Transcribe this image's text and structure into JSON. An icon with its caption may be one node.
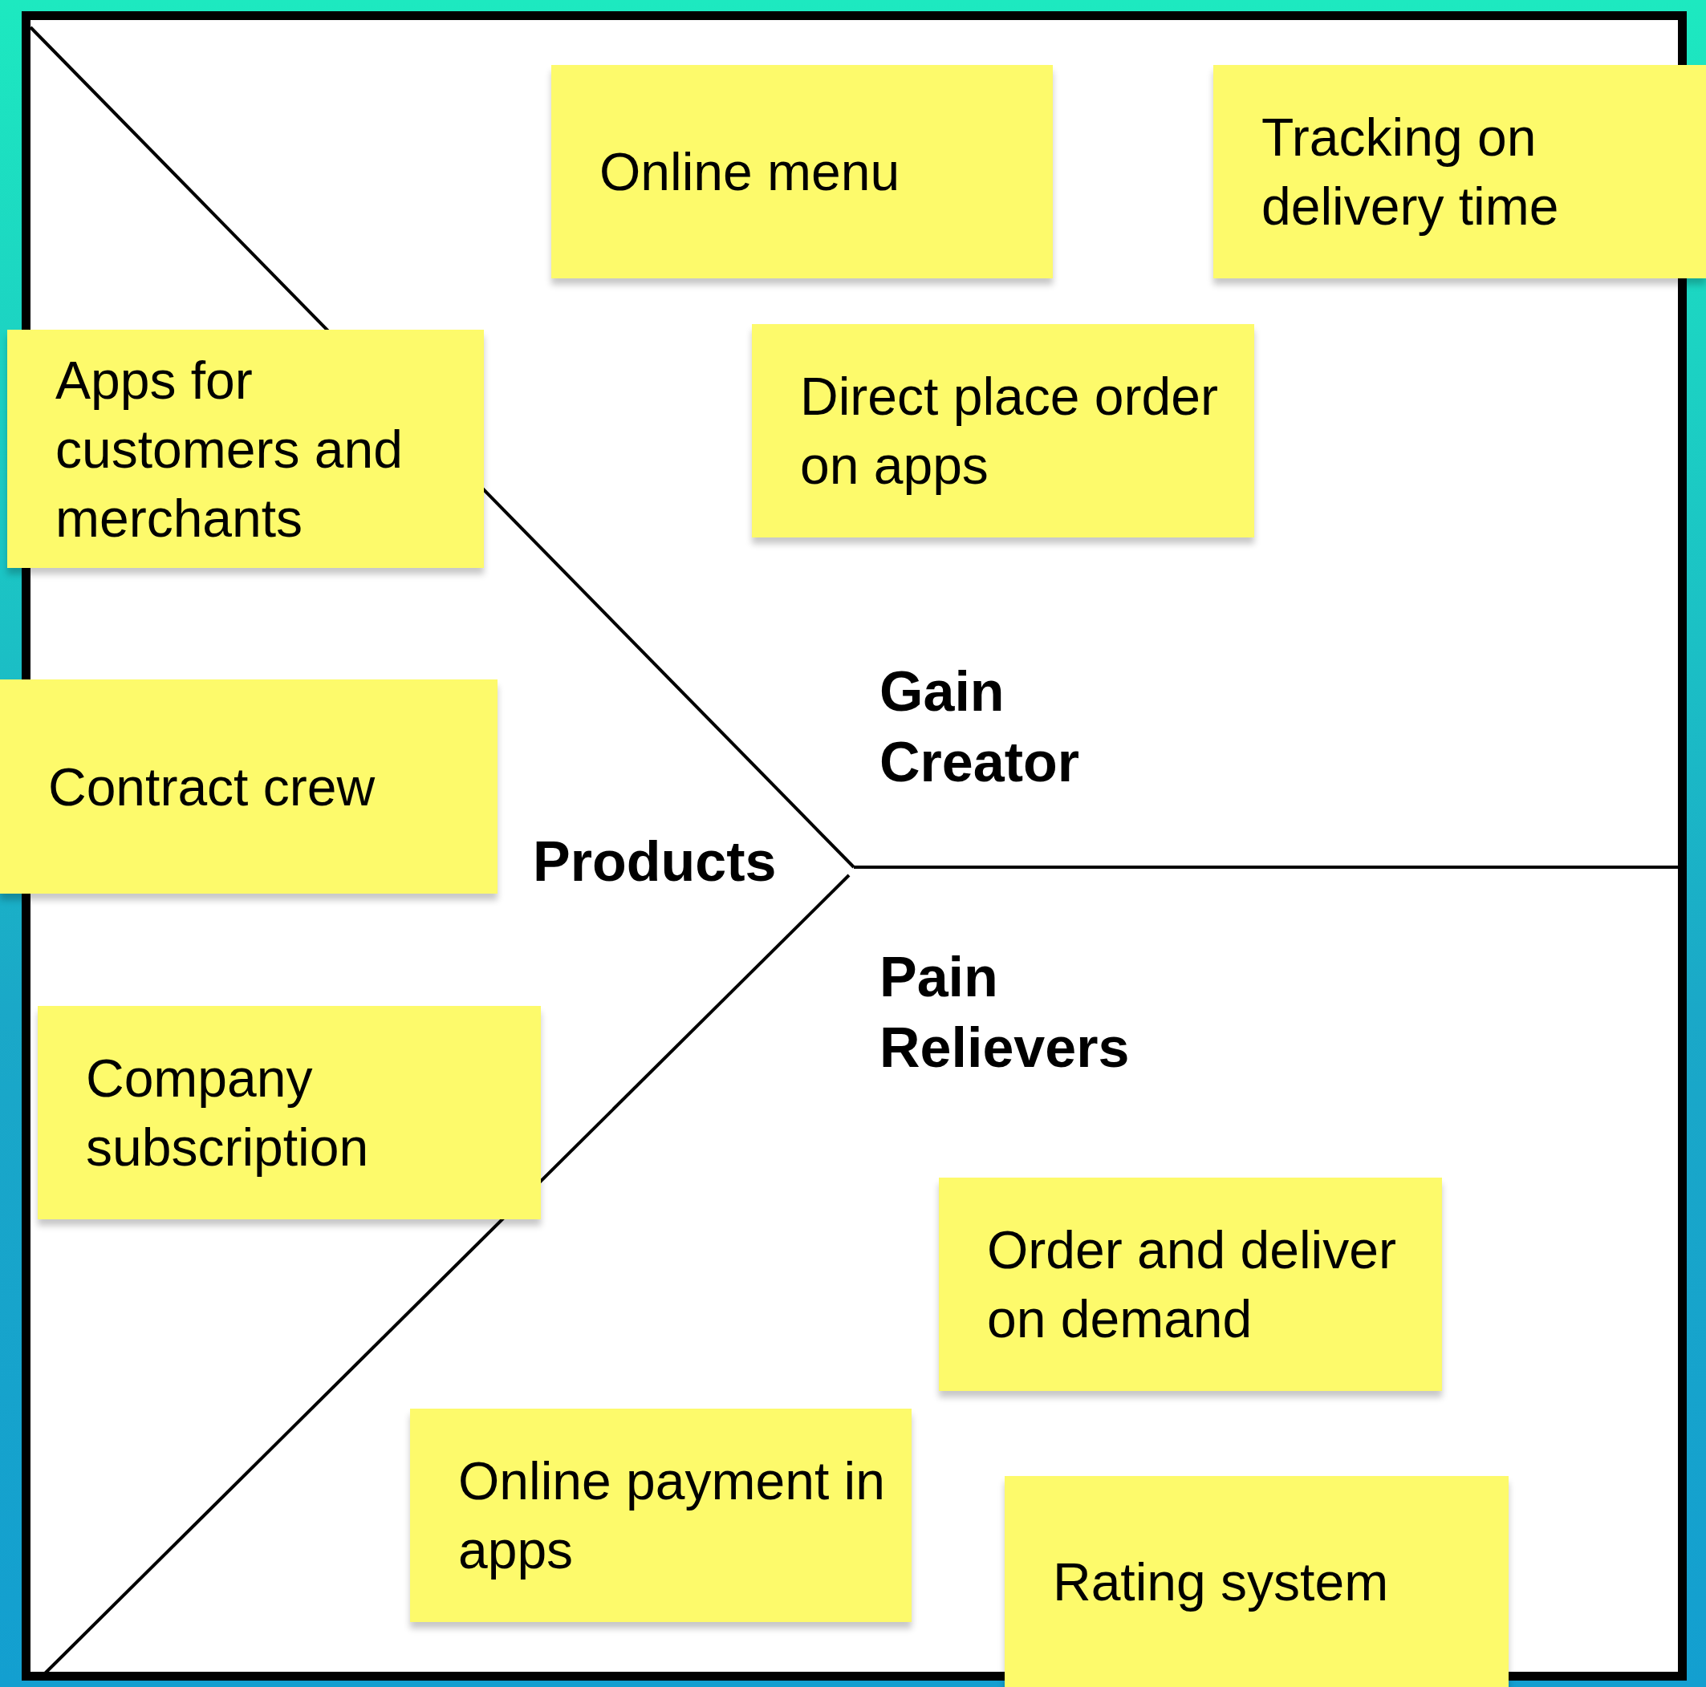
{
  "diagram": {
    "nodes": [
      {
        "text": [
          "Online menu"
        ]
      },
      {
        "text": [
          "Tracking on delivery time"
        ]
      },
      {
        "text": [
          "Apps for customers and merchants"
        ]
      },
      {
        "text": [
          "Direct place order on apps"
        ]
      },
      {
        "text": [
          "Contract crew"
        ]
      },
      {
        "text": [
          "Company subscription"
        ]
      },
      {
        "text": [
          "Order and deliver on demand"
        ]
      },
      {
        "text": [
          "Online payment in apps"
        ]
      },
      {
        "text": [
          "Rating system"
        ]
      }
    ],
    "labels": [
      "Gain Creator",
      "Products",
      "Pain Relievers"
    ]
  }
}
